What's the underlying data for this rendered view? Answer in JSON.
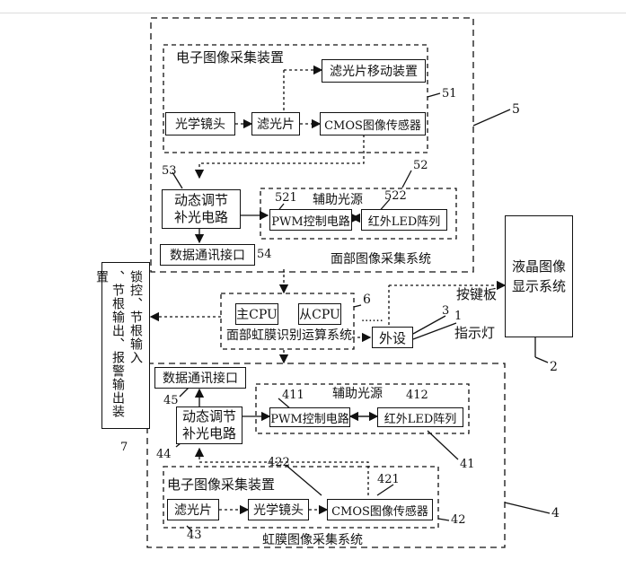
{
  "face": {
    "title": "面部图像采集系统",
    "label": "5",
    "electronic": {
      "title": "电子图像采集装置",
      "label": "51",
      "filter_mover": "滤光片移动装置",
      "lens": "光学镜头",
      "filter": "滤光片",
      "sensor": "CMOS图像传感器"
    },
    "dynamic_fill": {
      "line1": "动态调节",
      "line2": "补光电路",
      "label": "53"
    },
    "aux_light": {
      "title": "辅助光源",
      "label": "52",
      "pwm": "PWM控制电路",
      "pwm_label": "521",
      "led": "红外LED阵列",
      "led_label": "522"
    },
    "data_comm": {
      "text": "数据通讯接口",
      "label": "54"
    }
  },
  "cpu": {
    "title": "面部虹膜识别运算系统",
    "label": "6",
    "main": "主CPU",
    "slave": "从CPU",
    "dots": "......"
  },
  "peripheral": {
    "text": "外设",
    "label": "3"
  },
  "keypad": "按键板",
  "indicator": {
    "text": "指示灯",
    "label": "1"
  },
  "lcd": {
    "line1": "液晶图像",
    "line2": "显示系统",
    "label": "2"
  },
  "lock": {
    "col1": "锁控、节根输入",
    "col2": "、节根输出、报警输出装置",
    "label": "7"
  },
  "iris": {
    "title": "虹膜图像采集系统",
    "label": "4",
    "data_comm": {
      "text": "数据通讯接口",
      "label": "45"
    },
    "dynamic_fill": {
      "line1": "动态调节",
      "line2": "补光电路",
      "label": "44"
    },
    "aux_light": {
      "title": "辅助光源",
      "label": "41",
      "pwm": "PWM控制电路",
      "pwm_label": "411",
      "led": "红外LED阵列",
      "led_label": "412"
    },
    "electronic": {
      "title": "电子图像采集装置",
      "label": "42",
      "label_422": "422",
      "label_421": "421",
      "filter": "滤光片",
      "filter_label": "43",
      "lens": "光学镜头",
      "sensor": "CMOS图像传感器"
    }
  }
}
